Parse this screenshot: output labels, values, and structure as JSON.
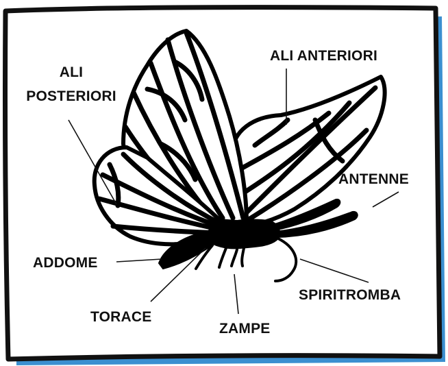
{
  "colors": {
    "accent_shadow": "#3b8fd0",
    "frame": "#111111",
    "ink": "#000000",
    "background": "#ffffff"
  },
  "labels": {
    "ali_posteriori_line1": "ALI",
    "ali_posteriori_line2": "POSTERIORI",
    "ali_anteriori": "ALI ANTERIORI",
    "antenne": "ANTENNE",
    "addome": "ADDOME",
    "torace": "TORACE",
    "zampe": "ZAMPE",
    "spiritromba": "SPIRITROMBA"
  }
}
